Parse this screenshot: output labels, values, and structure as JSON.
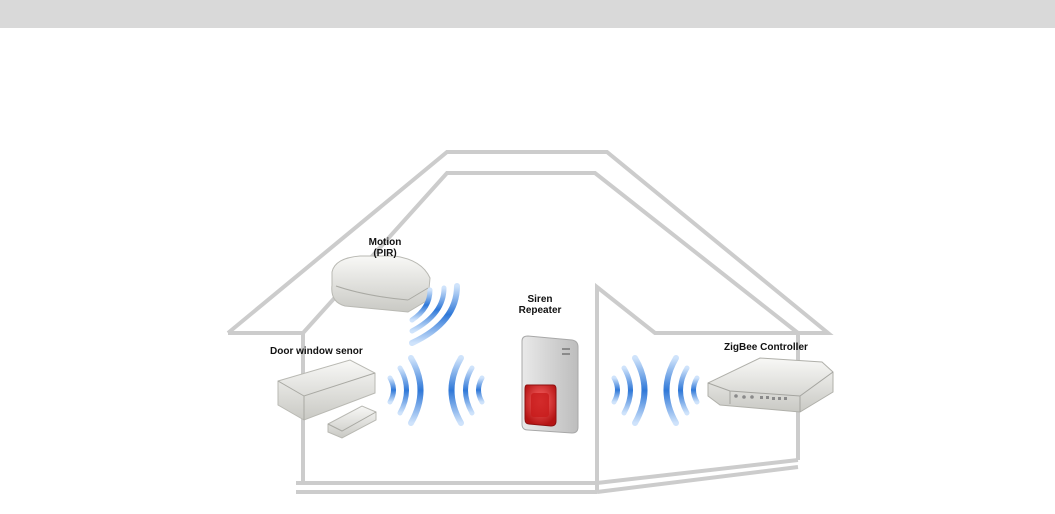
{
  "devices": {
    "motion": {
      "line1": "Motion",
      "line2": "(PIR)"
    },
    "door_window": {
      "label": "Door window senor"
    },
    "siren": {
      "line1": "Siren",
      "line2": "Repeater"
    },
    "controller": {
      "label": "ZigBee Controller"
    }
  },
  "colors": {
    "header_bar": "#d9d9d9",
    "house_outline": "#cccccc",
    "wave_blue": "#2f78d8",
    "siren_lens": "#d42020"
  }
}
